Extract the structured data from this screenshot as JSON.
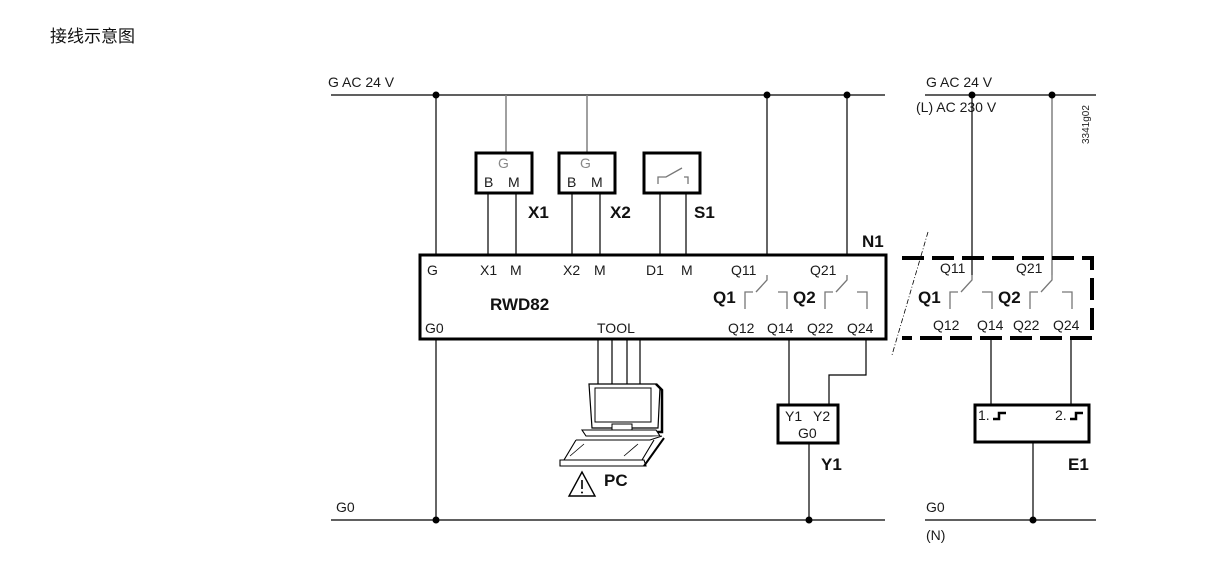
{
  "title": "接线示意图",
  "diagram_id": "3341g02",
  "supply_left": {
    "top_label": "G  AC 24 V",
    "bottom_label": "G0"
  },
  "supply_right": {
    "top_label": "G  AC 24 V",
    "top_label_alt": "(L)  AC 230 V",
    "bottom_label": "G0",
    "bottom_label_alt": "(N)"
  },
  "sensors": [
    {
      "id": "X1",
      "terminals": {
        "top": "G",
        "left": "B",
        "right": "M"
      }
    },
    {
      "id": "X2",
      "terminals": {
        "top": "G",
        "left": "B",
        "right": "M"
      }
    }
  ],
  "switch": {
    "id": "S1"
  },
  "controller": {
    "id": "N1",
    "model": "RWD82",
    "top_terminals": [
      "G",
      "X1",
      "M",
      "X2",
      "M",
      "D1",
      "M",
      "Q11",
      "Q21"
    ],
    "bottom_terminals": [
      "G0",
      "TOOL",
      "Q12",
      "Q14",
      "Q22",
      "Q24"
    ],
    "relays": [
      "Q1",
      "Q2"
    ]
  },
  "relay_extension": {
    "top_terminals": [
      "Q11",
      "Q21"
    ],
    "bottom_terminals": [
      "Q12",
      "Q14",
      "Q22",
      "Q24"
    ],
    "relays": [
      "Q1",
      "Q2"
    ]
  },
  "actuator": {
    "id": "Y1",
    "terminals": [
      "Y1",
      "Y2",
      "G0"
    ]
  },
  "stage_unit": {
    "id": "E1",
    "stages": [
      "1.",
      "2."
    ]
  },
  "pc": {
    "label": "PC"
  }
}
